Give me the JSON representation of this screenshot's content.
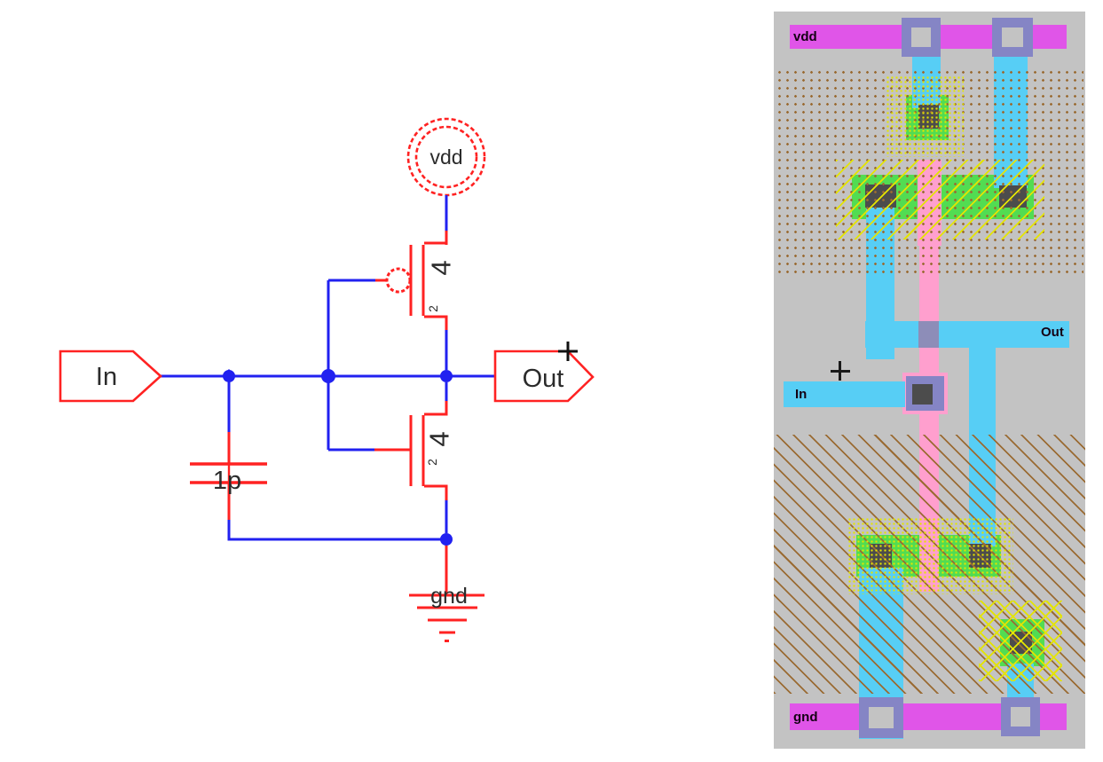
{
  "schematic": {
    "power_label": "vdd",
    "ground_label": "gnd",
    "input_port_label": "In",
    "output_port_label": "Out",
    "capacitor_value": "1p",
    "pmos": {
      "width": "4",
      "length": "2"
    },
    "nmos": {
      "width": "4",
      "length": "2"
    },
    "colors": {
      "wire": "#2121f0",
      "device": "#ff2222",
      "label": "#2b2b2b"
    }
  },
  "layout": {
    "rail_labels": {
      "vdd": "vdd",
      "gnd": "gnd"
    },
    "signal_labels": {
      "in": "In",
      "out": "Out"
    },
    "colors": {
      "background": "#c3c3c3",
      "rail": "#e055e8",
      "metal1": "#57cef5",
      "poly": "#ff9fce",
      "diffusion": "#52dc52",
      "via": "#8585c5",
      "contact": "#4c4c4c",
      "metal_poly_overlap": "#8d8db8",
      "well": "#9a6b33",
      "select": "#e4e400"
    }
  }
}
